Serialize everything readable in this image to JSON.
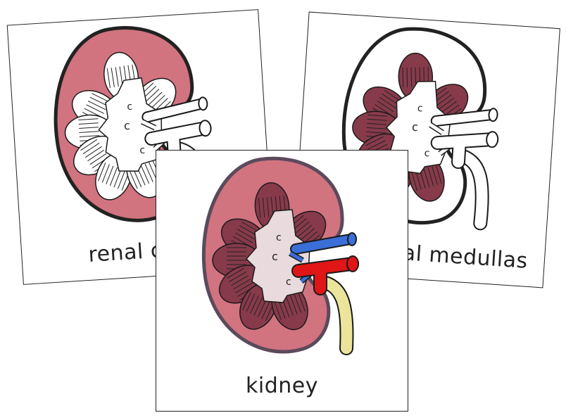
{
  "cards": [
    {
      "id": "left",
      "label": "renal cortex",
      "mode": "cortex"
    },
    {
      "id": "right",
      "label": "renal medullas",
      "mode": "medulla"
    },
    {
      "id": "front",
      "label": "kidney",
      "mode": "full"
    }
  ],
  "colors": {
    "cortex": "#d27380",
    "capsule": "#5b4a5c",
    "medulla": "#873a4a",
    "pelvis": "#e8dadd",
    "vein": "#3a6fd8",
    "artery": "#e01616",
    "ureter": "#ece49a",
    "outline": "#1a1a1a"
  }
}
